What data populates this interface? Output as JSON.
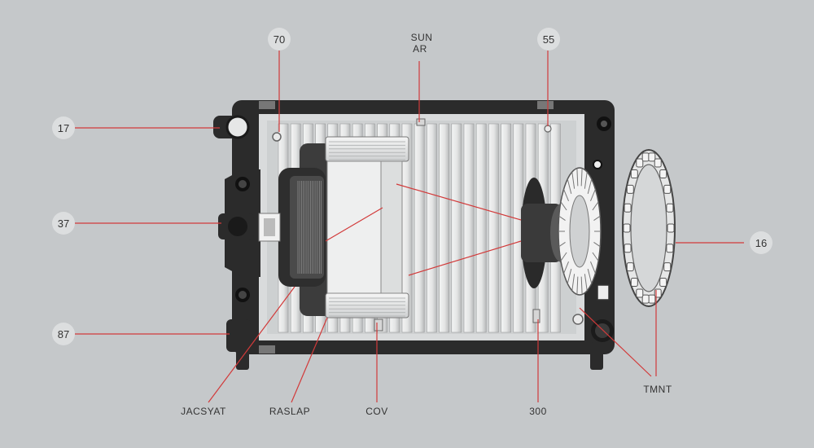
{
  "callouts": {
    "c70": "70",
    "c55": "55",
    "c17": "17",
    "c37": "37",
    "c87": "87",
    "c16": "16"
  },
  "labels": {
    "top_line1": "SUN",
    "top_line2": "AR",
    "bottom_1": "JACSYAT",
    "bottom_2": "RASLAP",
    "bottom_3": "COV",
    "bottom_4": "300",
    "bottom_right": "TMNT"
  },
  "colors": {
    "background": "#c5c8ca",
    "frame": "#2b2b2b",
    "leader": "#d23a3a",
    "fin": "#e9eaea"
  }
}
